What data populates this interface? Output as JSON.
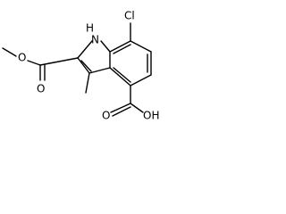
{
  "molecule": {
    "labels": {
      "nh": "H",
      "n": "N",
      "cl": "Cl",
      "ester_o": "O",
      "ester_carbonyl_o": "O",
      "acid_carbonyl_o": "O",
      "acid_oh": "OH"
    },
    "colors": {
      "bond": "#000000",
      "text": "#000000",
      "background": "#ffffff"
    }
  }
}
